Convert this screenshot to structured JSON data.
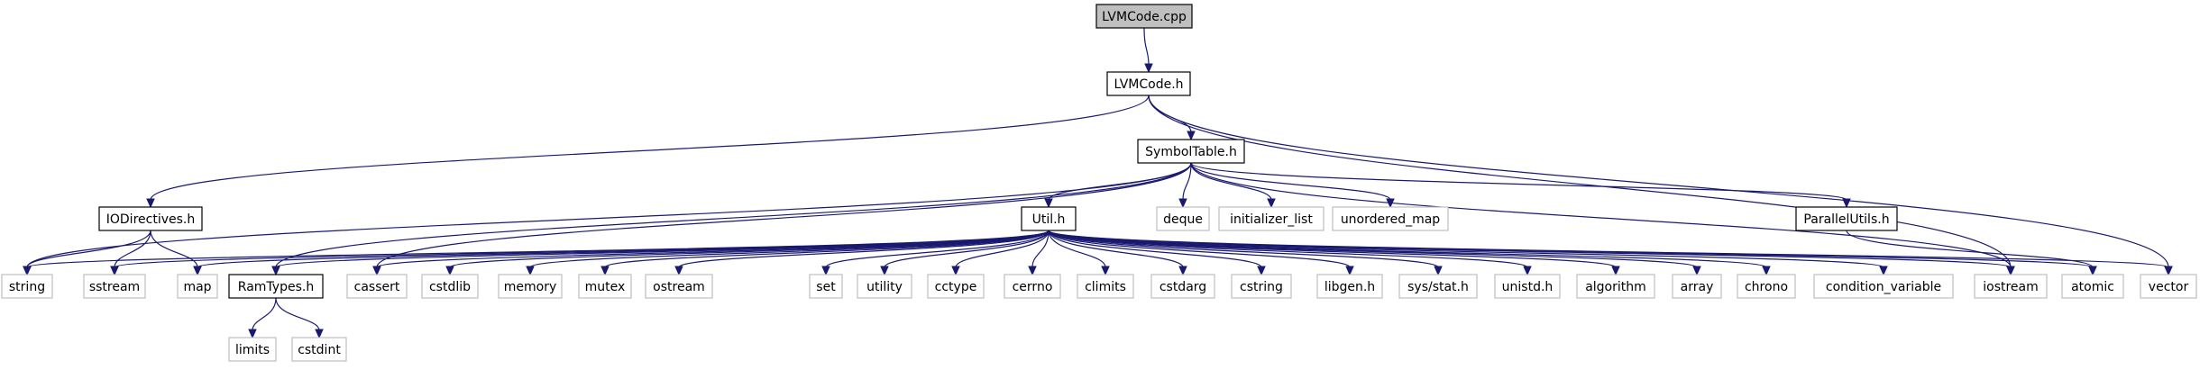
{
  "graph": {
    "nodes": [
      {
        "id": "lvmcode_cpp",
        "label": "LVMCode.cpp",
        "kind": "root"
      },
      {
        "id": "lvmcode_h",
        "label": "LVMCode.h",
        "kind": "local"
      },
      {
        "id": "symboltable_h",
        "label": "SymbolTable.h",
        "kind": "local"
      },
      {
        "id": "iodirectives_h",
        "label": "IODirectives.h",
        "kind": "local"
      },
      {
        "id": "util_h",
        "label": "Util.h",
        "kind": "local"
      },
      {
        "id": "parallelutils_h",
        "label": "ParallelUtils.h",
        "kind": "local"
      },
      {
        "id": "ramtypes_h",
        "label": "RamTypes.h",
        "kind": "local"
      },
      {
        "id": "deque",
        "label": "deque",
        "kind": "system"
      },
      {
        "id": "initializer_list",
        "label": "initializer_list",
        "kind": "system"
      },
      {
        "id": "unordered_map",
        "label": "unordered_map",
        "kind": "system"
      },
      {
        "id": "string",
        "label": "string",
        "kind": "system"
      },
      {
        "id": "sstream",
        "label": "sstream",
        "kind": "system"
      },
      {
        "id": "map",
        "label": "map",
        "kind": "system"
      },
      {
        "id": "cassert",
        "label": "cassert",
        "kind": "system"
      },
      {
        "id": "cstdlib",
        "label": "cstdlib",
        "kind": "system"
      },
      {
        "id": "memory",
        "label": "memory",
        "kind": "system"
      },
      {
        "id": "mutex",
        "label": "mutex",
        "kind": "system"
      },
      {
        "id": "ostream",
        "label": "ostream",
        "kind": "system"
      },
      {
        "id": "set",
        "label": "set",
        "kind": "system"
      },
      {
        "id": "utility",
        "label": "utility",
        "kind": "system"
      },
      {
        "id": "cctype",
        "label": "cctype",
        "kind": "system"
      },
      {
        "id": "cerrno",
        "label": "cerrno",
        "kind": "system"
      },
      {
        "id": "climits",
        "label": "climits",
        "kind": "system"
      },
      {
        "id": "cstdarg",
        "label": "cstdarg",
        "kind": "system"
      },
      {
        "id": "cstring",
        "label": "cstring",
        "kind": "system"
      },
      {
        "id": "libgen_h",
        "label": "libgen.h",
        "kind": "system"
      },
      {
        "id": "sys_stat_h",
        "label": "sys/stat.h",
        "kind": "system"
      },
      {
        "id": "unistd_h",
        "label": "unistd.h",
        "kind": "system"
      },
      {
        "id": "algorithm",
        "label": "algorithm",
        "kind": "system"
      },
      {
        "id": "array",
        "label": "array",
        "kind": "system"
      },
      {
        "id": "chrono",
        "label": "chrono",
        "kind": "system"
      },
      {
        "id": "condition_variable",
        "label": "condition_variable",
        "kind": "system"
      },
      {
        "id": "iostream",
        "label": "iostream",
        "kind": "system"
      },
      {
        "id": "atomic",
        "label": "atomic",
        "kind": "system"
      },
      {
        "id": "vector",
        "label": "vector",
        "kind": "system"
      },
      {
        "id": "limits",
        "label": "limits",
        "kind": "system"
      },
      {
        "id": "cstdint",
        "label": "cstdint",
        "kind": "system"
      }
    ],
    "edges": [
      [
        "lvmcode_cpp",
        "lvmcode_h"
      ],
      [
        "lvmcode_h",
        "symboltable_h"
      ],
      [
        "lvmcode_h",
        "iodirectives_h"
      ],
      [
        "lvmcode_h",
        "iostream"
      ],
      [
        "lvmcode_h",
        "vector"
      ],
      [
        "symboltable_h",
        "util_h"
      ],
      [
        "symboltable_h",
        "deque"
      ],
      [
        "symboltable_h",
        "initializer_list"
      ],
      [
        "symboltable_h",
        "unordered_map"
      ],
      [
        "symboltable_h",
        "parallelutils_h"
      ],
      [
        "symboltable_h",
        "string"
      ],
      [
        "symboltable_h",
        "ramtypes_h"
      ],
      [
        "symboltable_h",
        "cassert"
      ],
      [
        "symboltable_h",
        "iostream"
      ],
      [
        "iodirectives_h",
        "string"
      ],
      [
        "iodirectives_h",
        "sstream"
      ],
      [
        "iodirectives_h",
        "map"
      ],
      [
        "util_h",
        "string"
      ],
      [
        "util_h",
        "sstream"
      ],
      [
        "util_h",
        "map"
      ],
      [
        "util_h",
        "ramtypes_h"
      ],
      [
        "util_h",
        "cassert"
      ],
      [
        "util_h",
        "cstdlib"
      ],
      [
        "util_h",
        "memory"
      ],
      [
        "util_h",
        "mutex"
      ],
      [
        "util_h",
        "ostream"
      ],
      [
        "util_h",
        "set"
      ],
      [
        "util_h",
        "utility"
      ],
      [
        "util_h",
        "cctype"
      ],
      [
        "util_h",
        "cerrno"
      ],
      [
        "util_h",
        "climits"
      ],
      [
        "util_h",
        "cstdarg"
      ],
      [
        "util_h",
        "cstring"
      ],
      [
        "util_h",
        "libgen_h"
      ],
      [
        "util_h",
        "sys_stat_h"
      ],
      [
        "util_h",
        "unistd_h"
      ],
      [
        "util_h",
        "algorithm"
      ],
      [
        "util_h",
        "array"
      ],
      [
        "util_h",
        "chrono"
      ],
      [
        "util_h",
        "condition_variable"
      ],
      [
        "util_h",
        "iostream"
      ],
      [
        "util_h",
        "atomic"
      ],
      [
        "util_h",
        "vector"
      ],
      [
        "parallelutils_h",
        "atomic"
      ],
      [
        "ramtypes_h",
        "limits"
      ],
      [
        "ramtypes_h",
        "cstdint"
      ]
    ]
  },
  "colors": {
    "edge": "#191970",
    "root_fill": "#bfbfbf",
    "system_border": "#bfbfbf",
    "local_border": "#000000"
  }
}
